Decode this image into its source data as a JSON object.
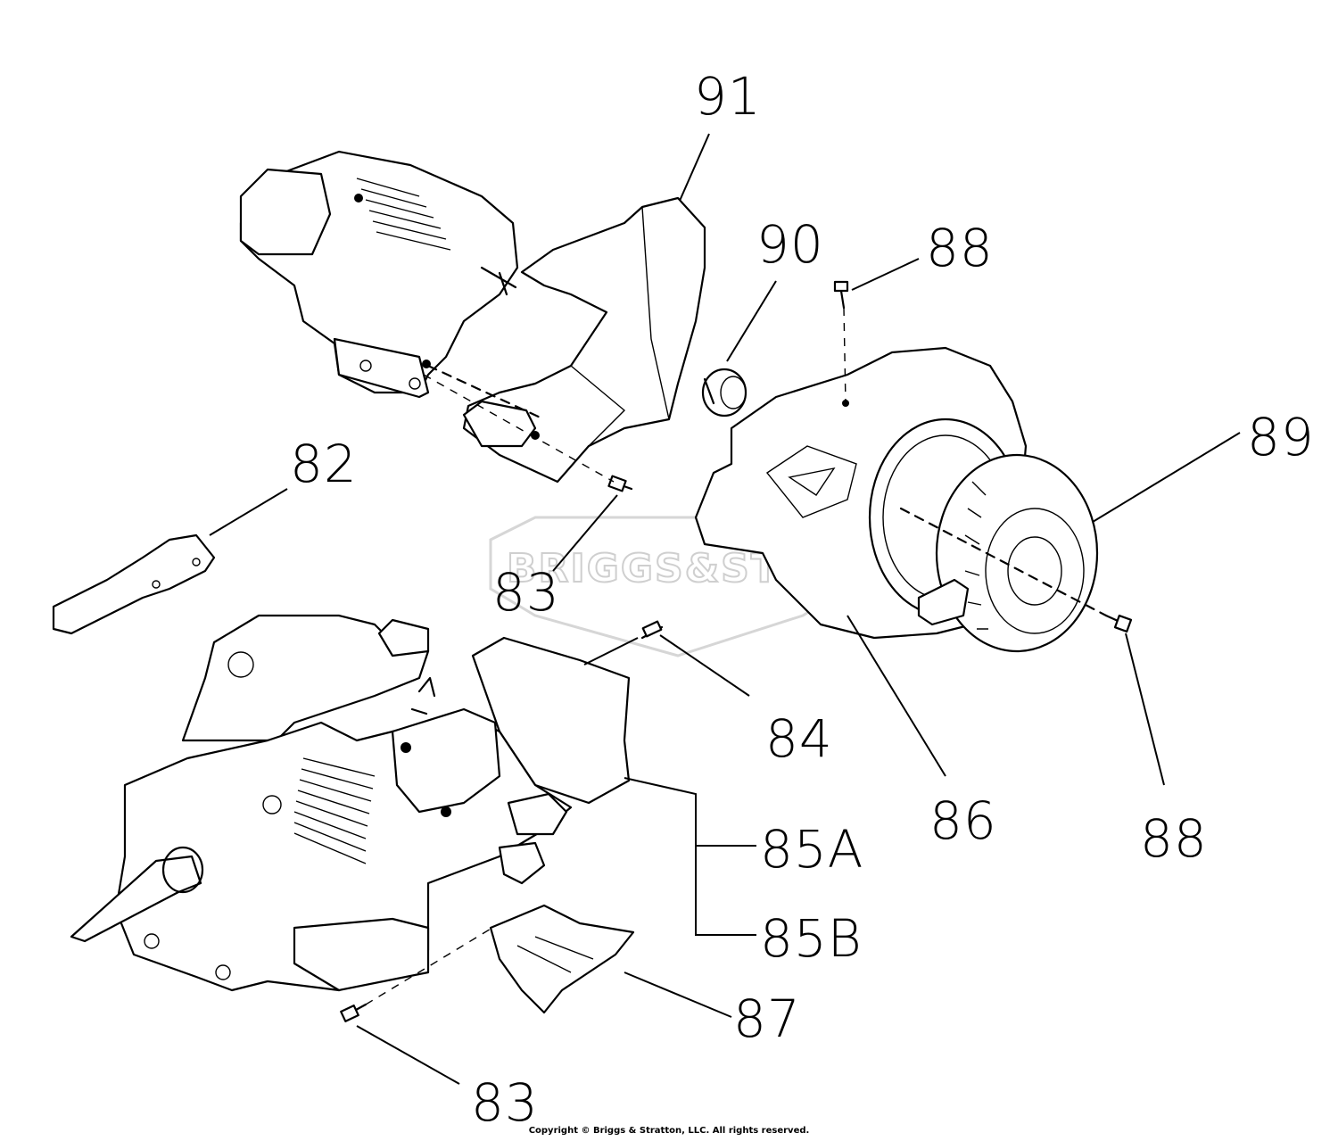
{
  "watermark": {
    "text": "BRIGGS&STRATTON"
  },
  "callouts": {
    "c82": "82",
    "c83_upper": "83",
    "c83_lower": "83",
    "c84": "84",
    "c85a": "85A",
    "c85b": "85B",
    "c86": "86",
    "c87": "87",
    "c88_upper": "88",
    "c88_lower": "88",
    "c89": "89",
    "c90": "90",
    "c91": "91"
  },
  "footer": {
    "copyright": "Copyright © Briggs & Stratton, LLC. All rights reserved."
  }
}
